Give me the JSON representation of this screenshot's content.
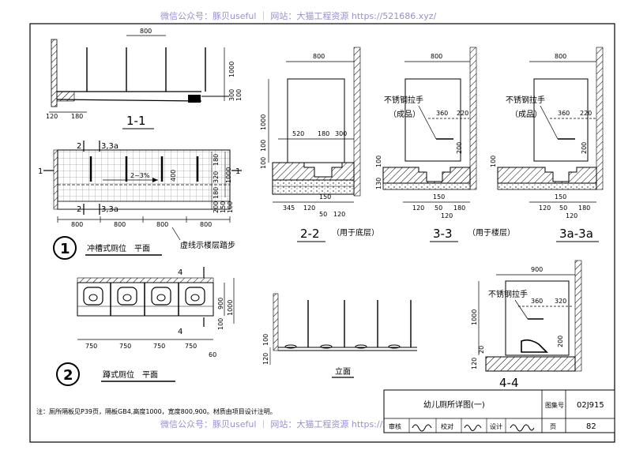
{
  "watermark_top": "微信公众号：豚贝useful ｜ 网站：大猫工程资源 https://521686.xyz/",
  "watermark_bottom": "微信公众号：豚贝useful ｜ 网站：大猫工程资源 https://521686.xyz/",
  "plan1": {
    "number": "1",
    "title": "冲槽式厕位　平面",
    "note": "虚线示楼层踏步",
    "slope": "2~3%",
    "cut_marks": [
      "1",
      "1",
      "2",
      "2",
      "3,3a",
      "3,3a"
    ],
    "dims_bottom": [
      "800",
      "800",
      "800",
      "800"
    ],
    "dims_right": [
      "180",
      "320",
      "180",
      "1000",
      "200",
      "150",
      "100"
    ],
    "dim_gap": "400"
  },
  "section11": {
    "title": "1-1",
    "dims": [
      "800",
      "1000",
      "300",
      "100",
      "120",
      "180"
    ]
  },
  "plan2": {
    "number": "2",
    "title": "蹲式厕位　平面",
    "cut_marks": [
      "4",
      "4"
    ],
    "dims_bottom": [
      "750",
      "750",
      "750",
      "750",
      "60"
    ],
    "dims_right": [
      "900",
      "1000",
      "100"
    ]
  },
  "elevation": {
    "title": "立面",
    "dims": [
      "120",
      "100"
    ]
  },
  "section22": {
    "title": "2-2",
    "subtitle": "（用于底层）",
    "dims": [
      "800",
      "1000",
      "520",
      "180",
      "300",
      "100",
      "100",
      "345",
      "120",
      "150",
      "50",
      "120"
    ]
  },
  "section33": {
    "title": "3-3",
    "subtitle": "（用于楼层）",
    "handrail": "不锈钢拉手",
    "handrail_note": "（成品）",
    "dims": [
      "800",
      "360",
      "220",
      "200",
      "100",
      "130",
      "150",
      "120",
      "50",
      "180",
      "120"
    ]
  },
  "section3a": {
    "title": "3a-3a",
    "handrail": "不锈钢拉手",
    "handrail_note": "（成品）",
    "dims": [
      "800",
      "360",
      "220",
      "200",
      "100",
      "150",
      "120",
      "50",
      "180",
      "120"
    ]
  },
  "section44": {
    "title": "4-4",
    "handrail": "不锈钢拉手",
    "dims": [
      "900",
      "360",
      "320",
      "1000",
      "200",
      "120",
      "20"
    ]
  },
  "footnote": "注：厕所隔板见P39页，隔板GB4,高度1000，宽度800,900。材质由项目设计注明。",
  "title_block": {
    "drawing_name": "幼儿厕所详图(一)",
    "set_label": "图集号",
    "set_value": "02J915",
    "review_label": "审核",
    "check_label": "校对",
    "design_label": "设计",
    "page_label": "页",
    "page_value": "82"
  }
}
